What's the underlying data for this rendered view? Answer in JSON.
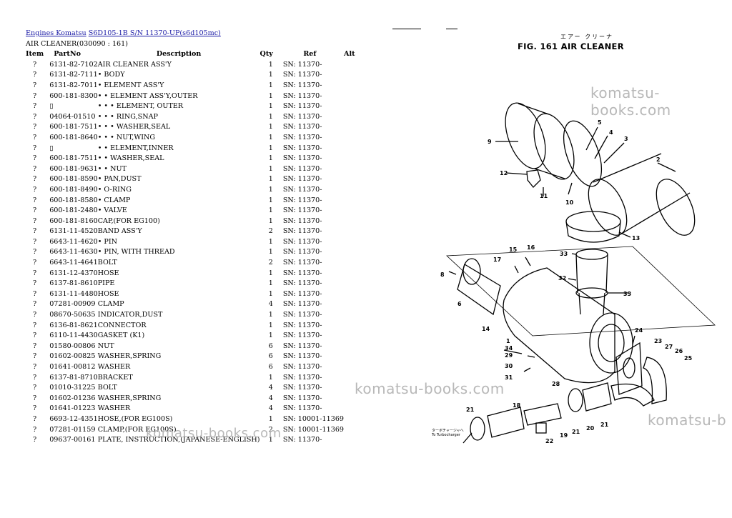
{
  "breadcrumb": {
    "link1": "Engines Komatsu",
    "link2": "S6D105-1B S/N 11370-UP(s6d105mc)"
  },
  "section_title": "AIR CLEANER(030090 : 161)",
  "table": {
    "headers": [
      "Item",
      "PartNo",
      "Description",
      "Qty",
      "Ref",
      "Alt"
    ],
    "rows": [
      [
        "?",
        "6131-82-7102",
        "AIR CLEANER ASS'Y",
        "1",
        "SN: 11370-"
      ],
      [
        "?",
        "6131-82-7111",
        "• BODY",
        "1",
        "SN: 11370-"
      ],
      [
        "?",
        "6131-82-7011",
        "• ELEMENT ASS'Y",
        "1",
        "SN: 11370-"
      ],
      [
        "?",
        "600-181-8300",
        "• • ELEMENT ASS'Y,OUTER",
        "1",
        "SN: 11370-"
      ],
      [
        "?",
        "▯",
        "• • • ELEMENT, OUTER",
        "1",
        "SN: 11370-"
      ],
      [
        "?",
        "04064-01510",
        "• • • RING,SNAP",
        "1",
        "SN: 11370-"
      ],
      [
        "?",
        "600-181-7511",
        "• • • WASHER,SEAL",
        "1",
        "SN: 11370-"
      ],
      [
        "?",
        "600-181-8640",
        "• • • NUT,WING",
        "1",
        "SN: 11370-"
      ],
      [
        "?",
        "▯",
        "• • ELEMENT,INNER",
        "1",
        "SN: 11370-"
      ],
      [
        "?",
        "600-181-7511",
        "• • WASHER,SEAL",
        "1",
        "SN: 11370-"
      ],
      [
        "?",
        "600-181-9631",
        "• • NUT",
        "1",
        "SN: 11370-"
      ],
      [
        "?",
        "600-181-8590",
        "• PAN,DUST",
        "1",
        "SN: 11370-"
      ],
      [
        "?",
        "600-181-8490",
        "• O-RING",
        "1",
        "SN: 11370-"
      ],
      [
        "?",
        "600-181-8580",
        "• CLAMP",
        "1",
        "SN: 11370-"
      ],
      [
        "?",
        "600-181-2480",
        "• VALVE",
        "1",
        "SN: 11370-"
      ],
      [
        "?",
        "600-181-8160",
        "CAP,(FOR EG100)",
        "1",
        "SN: 11370-"
      ],
      [
        "?",
        "6131-11-4520",
        "BAND ASS'Y",
        "2",
        "SN: 11370-"
      ],
      [
        "?",
        "6643-11-4620",
        "• PIN",
        "1",
        "SN: 11370-"
      ],
      [
        "?",
        "6643-11-4630",
        "• PIN, WITH THREAD",
        "1",
        "SN: 11370-"
      ],
      [
        "?",
        "6643-11-4641",
        "BOLT",
        "2",
        "SN: 11370-"
      ],
      [
        "?",
        "6131-12-4370",
        "HOSE",
        "1",
        "SN: 11370-"
      ],
      [
        "?",
        "6137-81-8610",
        "PIPE",
        "1",
        "SN: 11370-"
      ],
      [
        "?",
        "6131-11-4480",
        "HOSE",
        "1",
        "SN: 11370-"
      ],
      [
        "?",
        "07281-00909",
        "CLAMP",
        "4",
        "SN: 11370-"
      ],
      [
        "?",
        "08670-50635",
        "INDICATOR,DUST",
        "1",
        "SN: 11370-"
      ],
      [
        "?",
        "6136-81-8621",
        "CONNECTOR",
        "1",
        "SN: 11370-"
      ],
      [
        "?",
        "6110-11-4430",
        "GASKET (K1)",
        "1",
        "SN: 11370-"
      ],
      [
        "?",
        "01580-00806",
        "NUT",
        "6",
        "SN: 11370-"
      ],
      [
        "?",
        "01602-00825",
        "WASHER,SPRING",
        "6",
        "SN: 11370-"
      ],
      [
        "?",
        "01641-00812",
        "WASHER",
        "6",
        "SN: 11370-"
      ],
      [
        "?",
        "6137-81-8710",
        "BRACKET",
        "1",
        "SN: 11370-"
      ],
      [
        "?",
        "01010-31225",
        "BOLT",
        "4",
        "SN: 11370-"
      ],
      [
        "?",
        "01602-01236",
        "WASHER,SPRING",
        "4",
        "SN: 11370-"
      ],
      [
        "?",
        "01641-01223",
        "WASHER",
        "4",
        "SN: 11370-"
      ],
      [
        "?",
        "6693-12-4351",
        "HOSE,(FOR EG100S)",
        "1",
        "SN: 10001-11369"
      ],
      [
        "?",
        "07281-01159",
        "CLAMP,(FOR EG100S)",
        "2",
        "SN: 10001-11369"
      ],
      [
        "?",
        "09637-00161",
        "PLATE, INSTRUCTION,(JAPANESE-ENGLISH)",
        "1",
        "SN: 11370-"
      ]
    ]
  },
  "figure": {
    "jp_title": "エアー クリーナ",
    "title": "FIG. 161  AIR  CLEANER",
    "callouts": [
      "9",
      "5",
      "4",
      "3",
      "2",
      "12",
      "11",
      "10",
      "13",
      "33",
      "15",
      "16",
      "17",
      "8",
      "6",
      "32",
      "33",
      "14",
      "1",
      "34",
      "29",
      "30",
      "31",
      "24",
      "23",
      "27",
      "26",
      "25",
      "28",
      "21",
      "18",
      "19",
      "21",
      "20",
      "21",
      "22"
    ],
    "note_line1": "ターボチャージャへ",
    "note_line2": "To Turbocharger"
  },
  "watermarks": [
    "komatsu-books.com",
    "komatsu-books.com",
    "komatsu-b",
    "komatsu-books.com"
  ]
}
